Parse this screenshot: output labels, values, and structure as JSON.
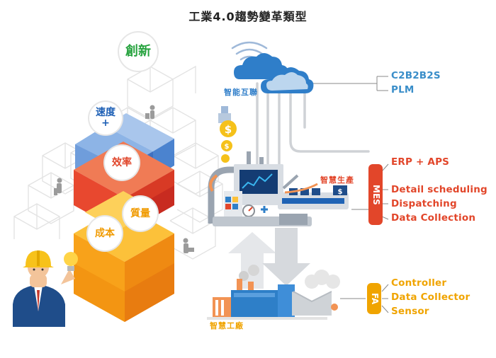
{
  "title": "工業4.0趨勢變革類型",
  "colors": {
    "blue": "#3a8ec9",
    "red": "#e2462a",
    "orange": "#f0a400",
    "grey": "#d4d4d4"
  },
  "pyramid": {
    "innovation": "創新",
    "speed_line1": "速度",
    "speed_line2": "+",
    "efficiency": "效率",
    "quality": "質量",
    "cost": "成本"
  },
  "nodes": {
    "smart_connect": "智能互聯",
    "smart_production": "智慧生產",
    "smart_factory": "智慧工廠"
  },
  "pills": {
    "mes": "MES",
    "fa": "FA"
  },
  "cloud_labels": [
    "C2B2B2S",
    "PLM"
  ],
  "production_labels": [
    "ERP + APS",
    "Detail scheduling",
    "Dispatching",
    "Data Collection"
  ],
  "factory_labels": [
    "Controller",
    "Data Collector",
    "Sensor"
  ],
  "icons": {
    "worker": "worker-icon",
    "bulb": "lightbulb-icon",
    "cloud": "cloud-icon",
    "wifi": "wifi-icon",
    "dollar": "dollar-coin-icon",
    "machine": "production-machine-icon",
    "factory": "factory-icon"
  }
}
